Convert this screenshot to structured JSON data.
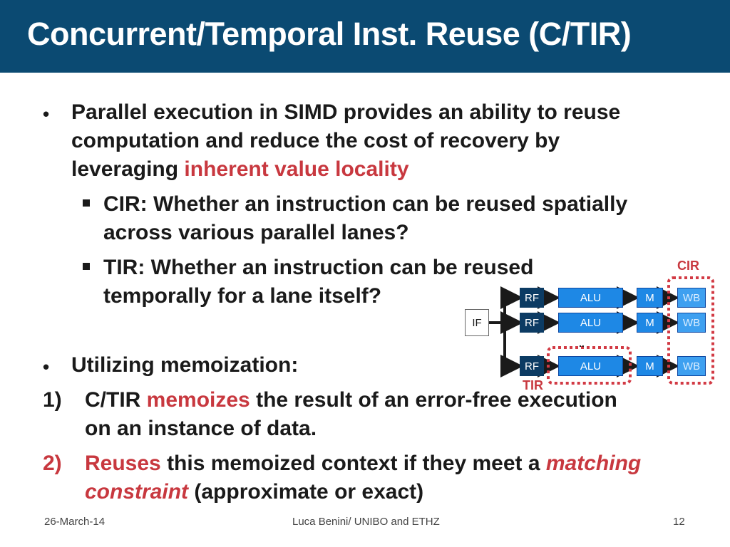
{
  "slide": {
    "title": "Concurrent/Temporal Inst. Reuse (C/TIR)"
  },
  "bullets": {
    "main1_line1": "Parallel execution in SIMD provides an ability to reuse",
    "main1_line2": "computation and reduce the cost of recovery by",
    "main1_line3_prefix": "leveraging ",
    "main1_line3_highlight": "inherent value locality",
    "sub1_line1": "CIR: Whether an instruction can be reused spatially",
    "sub1_line2": "across various parallel lanes?",
    "sub2_line1": "TIR: Whether an instruction can be reused",
    "sub2_line2": "temporally for a lane itself?",
    "main2": "Utilizing memoization:",
    "item1_num": "1)",
    "item1_prefix": "C/TIR ",
    "item1_highlight": "memoizes",
    "item1_rest": " the result of an error-free execution",
    "item1_line2": "on an instance of data.",
    "item2_num": "2)",
    "item2_highlight": "Reuses",
    "item2_rest": " this memoized context if they meet a ",
    "item2_italic1": "matching",
    "item2_italic2": "constraint",
    "item2_line2_rest": " (approximate or exact)"
  },
  "diagram": {
    "if_label": "IF",
    "rf_label": "RF",
    "alu_label": "ALU",
    "m_label": "M",
    "wb_label": "WB",
    "cir_label": "CIR",
    "tir_label": "TIR",
    "dots": "..",
    "accent_color": "#c8383f",
    "lane_color": "#1e88e5"
  },
  "footer": {
    "date": "26-March-14",
    "author": "Luca Benini/ UNIBO and ETHZ",
    "page": "12"
  }
}
